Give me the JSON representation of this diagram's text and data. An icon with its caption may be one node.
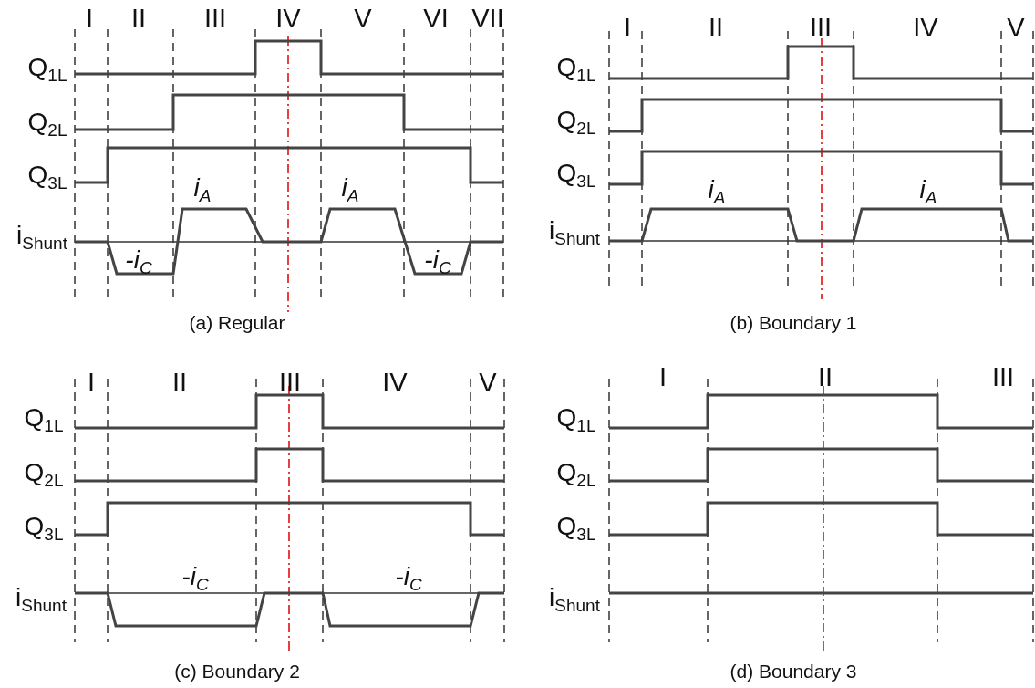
{
  "diagram": {
    "labels": [
      "I",
      "II",
      "III",
      "IV",
      "V",
      "VI",
      "VII",
      "Q$_{1L}$",
      "Q$_{2L}$",
      "Q$_{3L}$",
      "i$_{A}$",
      "i$_{A}$",
      "i$_{Shunt}$",
      "-i$_{C}$",
      "-i$_{C}$",
      "(a) Regular",
      "I",
      "II",
      "III",
      "IV",
      "V",
      "Q$_{1L}$",
      "Q$_{2L}$",
      "Q$_{3L}$",
      "i$_{A}$",
      "i$_{A}$",
      "i$_{Shunt}$",
      "(b) Boundary 1",
      "I",
      "II",
      "III",
      "IV",
      "V",
      "Q$_{1L}$",
      "Q$_{2L}$",
      "Q$_{3L}$",
      "-i$_{C}$",
      "-i$_{C}$",
      "i$_{Shunt}$",
      "(c) Boundary 2",
      "I",
      "II",
      "III",
      "Q$_{1L}$",
      "Q$_{2L}$",
      "Q$_{3L}$",
      "i$_{Shunt}$",
      "(d) Boundary 3"
    ]
  }
}
